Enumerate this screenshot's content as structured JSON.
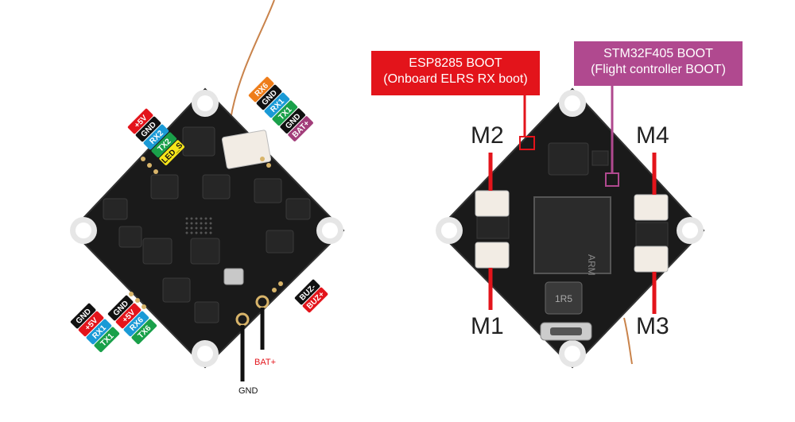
{
  "colors": {
    "red": "#e3141b",
    "purple": "#b0498f",
    "board": "#1a1a1a",
    "pad": "#d8b46a",
    "connector": "#f2ece4"
  },
  "left_board": {
    "top_left_pins": [
      {
        "label": "+5V",
        "color": "#e3141b"
      },
      {
        "label": "GND",
        "color": "#111111"
      },
      {
        "label": "RX2",
        "color": "#1a9ad6"
      },
      {
        "label": "TX2",
        "color": "#1aa04a"
      },
      {
        "label": "LED_S",
        "color": "#f6e51a"
      }
    ],
    "top_right_pins": [
      {
        "label": "RX6",
        "color": "#ee7d1a"
      },
      {
        "label": "GND",
        "color": "#111111"
      },
      {
        "label": "RX1",
        "color": "#1a9ad6"
      },
      {
        "label": "TX1",
        "color": "#1aa04a"
      },
      {
        "label": "GND",
        "color": "#111111"
      },
      {
        "label": "BAT+",
        "color": "#a23d7a"
      }
    ],
    "bottom_left_pins_a": [
      {
        "label": "GND",
        "color": "#111111"
      },
      {
        "label": "+5V",
        "color": "#e3141b"
      },
      {
        "label": "RX1",
        "color": "#1a9ad6"
      },
      {
        "label": "TX1",
        "color": "#1aa04a"
      }
    ],
    "bottom_left_pins_b": [
      {
        "label": "GND",
        "color": "#111111"
      },
      {
        "label": "+5V",
        "color": "#e3141b"
      },
      {
        "label": "RX6",
        "color": "#1a9ad6"
      },
      {
        "label": "TX6",
        "color": "#1aa04a"
      }
    ],
    "buzzer_pins": [
      {
        "label": "BUZ-",
        "color": "#111111"
      },
      {
        "label": "BUZ+",
        "color": "#e3141b"
      }
    ],
    "bat_label": "BAT+",
    "gnd_label": "GND"
  },
  "right_board": {
    "esp_callout": {
      "line1": "ESP8285 BOOT",
      "line2": "(Onboard ELRS RX boot)"
    },
    "stm_callout": {
      "line1": "STM32F405 BOOT",
      "line2": "(Flight controller BOOT)"
    },
    "motors": {
      "m1": "M1",
      "m2": "M2",
      "m3": "M3",
      "m4": "M4"
    },
    "inductor_mark": "1R5",
    "mcu_mark": "ARM"
  }
}
